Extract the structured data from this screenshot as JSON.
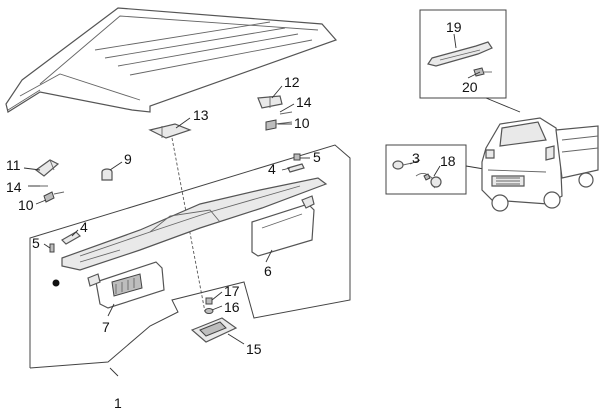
{
  "diagram": {
    "callouts": [
      {
        "id": "c1",
        "label": "1"
      },
      {
        "id": "c3",
        "label": "3"
      },
      {
        "id": "c4a",
        "label": "4"
      },
      {
        "id": "c4b",
        "label": "4"
      },
      {
        "id": "c5a",
        "label": "5"
      },
      {
        "id": "c5b",
        "label": "5"
      },
      {
        "id": "c6",
        "label": "6"
      },
      {
        "id": "c7",
        "label": "7"
      },
      {
        "id": "c9",
        "label": "9"
      },
      {
        "id": "c10a",
        "label": "10"
      },
      {
        "id": "c10b",
        "label": "10"
      },
      {
        "id": "c11",
        "label": "11"
      },
      {
        "id": "c12",
        "label": "12"
      },
      {
        "id": "c13",
        "label": "13"
      },
      {
        "id": "c14a",
        "label": "14"
      },
      {
        "id": "c14b",
        "label": "14"
      },
      {
        "id": "c15",
        "label": "15"
      },
      {
        "id": "c16",
        "label": "16"
      },
      {
        "id": "c17",
        "label": "17"
      },
      {
        "id": "c18",
        "label": "18"
      },
      {
        "id": "c19",
        "label": "19"
      },
      {
        "id": "c20",
        "label": "20"
      }
    ]
  }
}
